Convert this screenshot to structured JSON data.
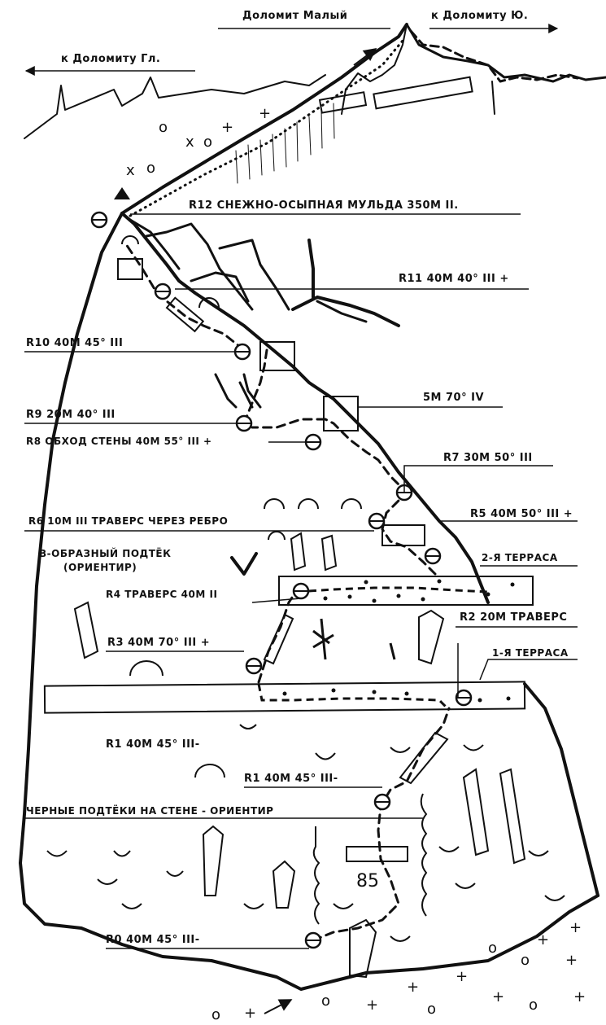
{
  "labels": {
    "dolomit_maly": "Доломит Малый",
    "to_dolomit_south": "к Доломиту Ю.",
    "to_dolomit_main": "к Доломиту Гл.",
    "r12": "R12 СНЕЖНО-ОСЫПНАЯ МУЛЬДА 350М II.",
    "r11": "R11 40М 40° III +",
    "r10": "R10 40М 45° III",
    "wall_5m": "5М 70° IV",
    "r9": "R9 20М 40° III",
    "r8": "R8 ОБХОД СТЕНЫ 40М 55° III +",
    "r7": "R7 30М 50° III",
    "r6": "R6 10М III ТРАВЕРС ЧЕРЕЗ РЕБРО",
    "r5": "R5 40М 50° III +",
    "v_streak_1": "В-ОБРАЗНЫЙ ПОДТЁК",
    "v_streak_2": "(ОРИЕНТИР)",
    "terrace2": "2-Я ТЕРРАСА",
    "r4": "R4 ТРАВЕРС 40М II",
    "r2": "R2 20М ТРАВЕРС",
    "r3": "R3 40М 70° III +",
    "terrace1": "1-Я ТЕРРАСА",
    "r1a": "R1 40М 45° III-",
    "r1b": "R1 40М 45° III-",
    "black_streaks": "ЧЕРНЫЕ ПОДТЁКИ НА СТЕНЕ - ОРИЕНТИР",
    "route_number": "85",
    "r0": "R0 40М 45° III-"
  },
  "icons": [
    "summit-triangle-icon",
    "belay-point-icon",
    "arrow-right-icon",
    "arrow-left-icon",
    "ascent-arrow-icon"
  ],
  "colors": {
    "ink": "#111111",
    "background": "#ffffff"
  }
}
